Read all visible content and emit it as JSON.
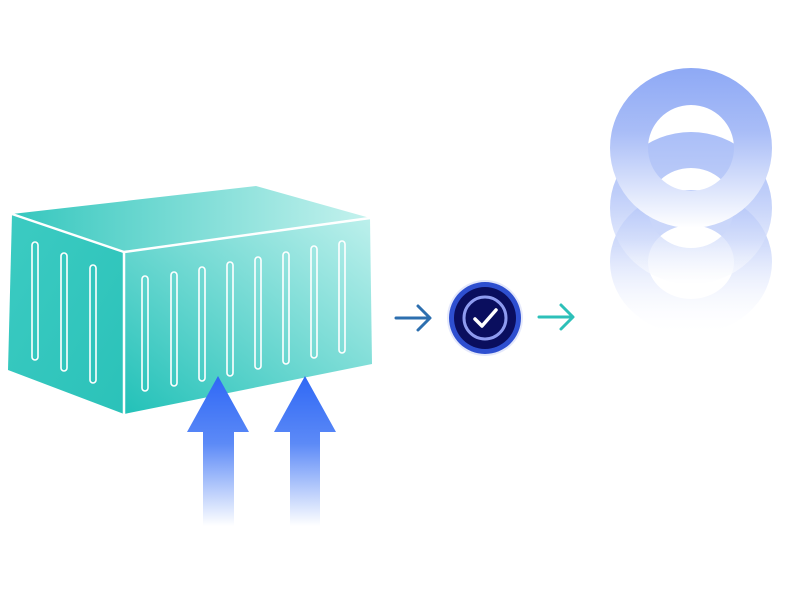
{
  "diagram": {
    "container": {
      "icon": "shipping-container",
      "color_light": "#BDF0EC",
      "color_dark": "#22C1B8"
    },
    "upload_arrows": {
      "icon": "up-arrow",
      "count": 2,
      "color": "#2F68F5"
    },
    "flow_arrow_in": {
      "icon": "right-arrow",
      "color": "#2D6FAF"
    },
    "verify_badge": {
      "icon": "check-circle",
      "outer_color": "#2E4FD0",
      "inner_color": "#0A0E5E",
      "check_color": "#FFFFFF"
    },
    "flow_arrow_out": {
      "icon": "right-arrow",
      "color": "#2DC0B9"
    },
    "destination": {
      "icon": "stacked-rings",
      "color": "#8EA9F5"
    }
  }
}
